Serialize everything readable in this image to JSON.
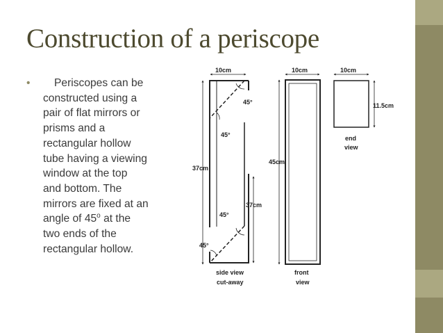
{
  "slide": {
    "title": "Construction of a periscope",
    "bullet": "•",
    "lines": [
      "Periscopes can be",
      "constructed using a",
      "pair of flat mirrors or",
      "prisms and a",
      "rectangular hollow",
      "tube having a viewing",
      "window at the top",
      "and bottom. The",
      "mirrors are fixed at an",
      "angle of 45",
      "two ends of the",
      "rectangular hollow."
    ],
    "angle_sup": "o",
    "angle_tail": " at the"
  },
  "diagram": {
    "side": {
      "width_label": "10cm",
      "height_label": "37cm",
      "inner_height_label": "37cm",
      "angle_top_right": "45°",
      "angle_top_left": "45°",
      "angle_bottom_upper": "45°",
      "angle_bottom_lower": "45°",
      "caption_line1": "side view",
      "caption_line2": "cut-away"
    },
    "front": {
      "width_label": "10cm",
      "height_label": "45cm",
      "caption_line1": "front",
      "caption_line2": "view"
    },
    "end": {
      "width_label": "10cm",
      "height_label": "11.5cm",
      "caption_line1": "end",
      "caption_line2": "view"
    }
  }
}
